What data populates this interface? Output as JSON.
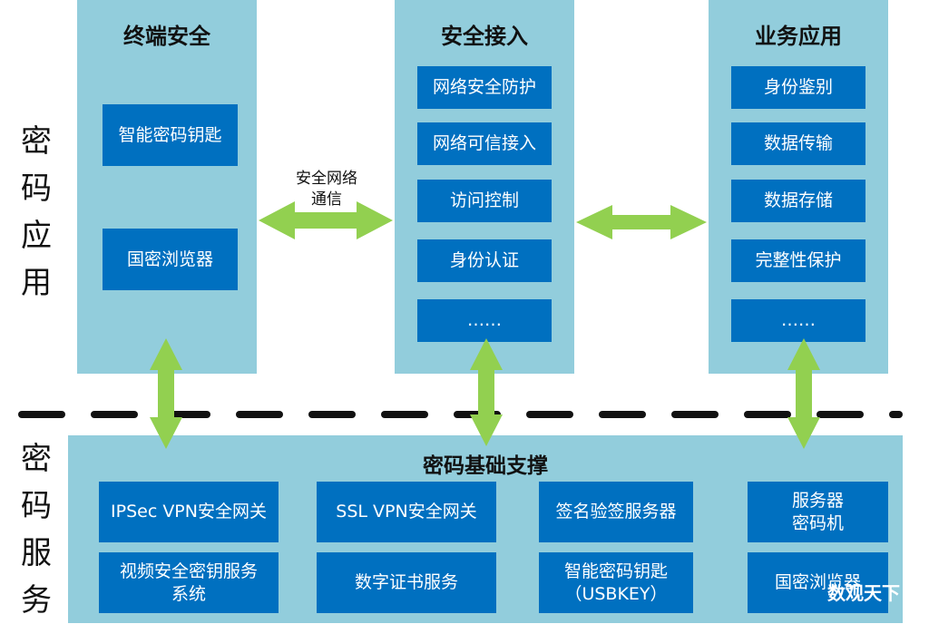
{
  "side_labels": {
    "app": "密\n码\n应\n用",
    "service": "密\n码\n服\n务"
  },
  "columns": [
    {
      "title": "终端安全",
      "items": [
        "智能密码钥匙",
        "国密浏览器"
      ]
    },
    {
      "title": "安全接入",
      "items": [
        "网络安全防护",
        "网络可信接入",
        "访问控制",
        "身份认证",
        "……"
      ]
    },
    {
      "title": "业务应用",
      "items": [
        "身份鉴别",
        "数据传输",
        "数据存储",
        "完整性保护",
        "……"
      ]
    }
  ],
  "arrow_label": "安全网络\n通信",
  "foundation": {
    "title": "密码基础支撑",
    "items": [
      "IPSec VPN安全网关",
      "SSL VPN安全网关",
      "签名验签服务器",
      "服务器\n密码机",
      "视频安全密钥服务\n系统",
      "数字证书服务",
      "智能密码钥匙\n（USBKEY）",
      "国密浏览器"
    ]
  },
  "watermark": "数观天下",
  "colors": {
    "panel": "#92CDDC",
    "box": "#0070C0",
    "arrow": "#92D050"
  }
}
